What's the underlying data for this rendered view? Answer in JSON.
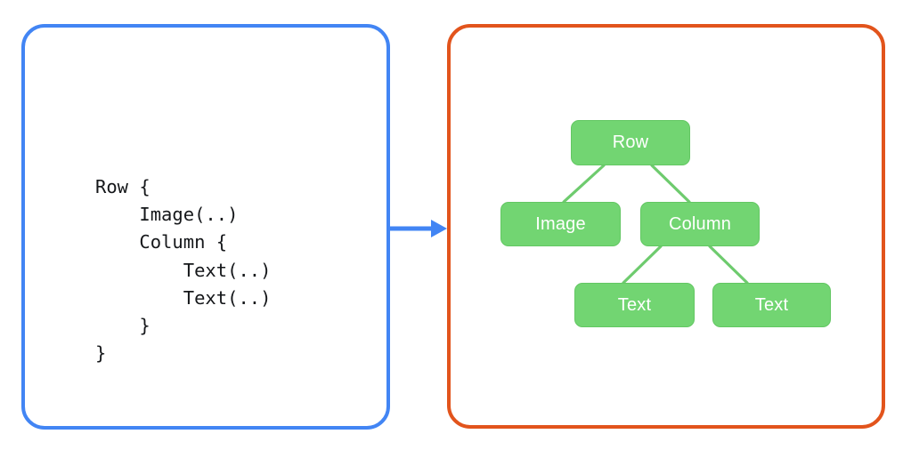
{
  "colors": {
    "code_panel_border": "#4285f4",
    "tree_panel_border": "#e2541c",
    "node_fill": "#72d572",
    "node_border": "#63c763",
    "node_text": "#ffffff",
    "connector": "#6ecb6e",
    "arrow": "#4285f4",
    "code_text": "#15171a",
    "background": "#ffffff"
  },
  "code_panel": {
    "name": "composable-source-code",
    "code": "Row {\n    Image(..)\n    Column {\n        Text(..)\n        Text(..)\n    }\n}",
    "lines": [
      "Row {",
      "    Image(..)",
      "    Column {",
      "        Text(..)",
      "        Text(..)",
      "    }",
      "}"
    ]
  },
  "arrow": {
    "name": "transforms-to-arrow",
    "direction": "right",
    "glyph": "→"
  },
  "tree_panel": {
    "name": "composition-ui-tree",
    "nodes": [
      {
        "id": "row",
        "label": "Row"
      },
      {
        "id": "image",
        "label": "Image"
      },
      {
        "id": "column",
        "label": "Column"
      },
      {
        "id": "text1",
        "label": "Text"
      },
      {
        "id": "text2",
        "label": "Text"
      }
    ],
    "edges": [
      {
        "from": "row",
        "to": "image"
      },
      {
        "from": "row",
        "to": "column"
      },
      {
        "from": "column",
        "to": "text1"
      },
      {
        "from": "column",
        "to": "text2"
      }
    ]
  }
}
